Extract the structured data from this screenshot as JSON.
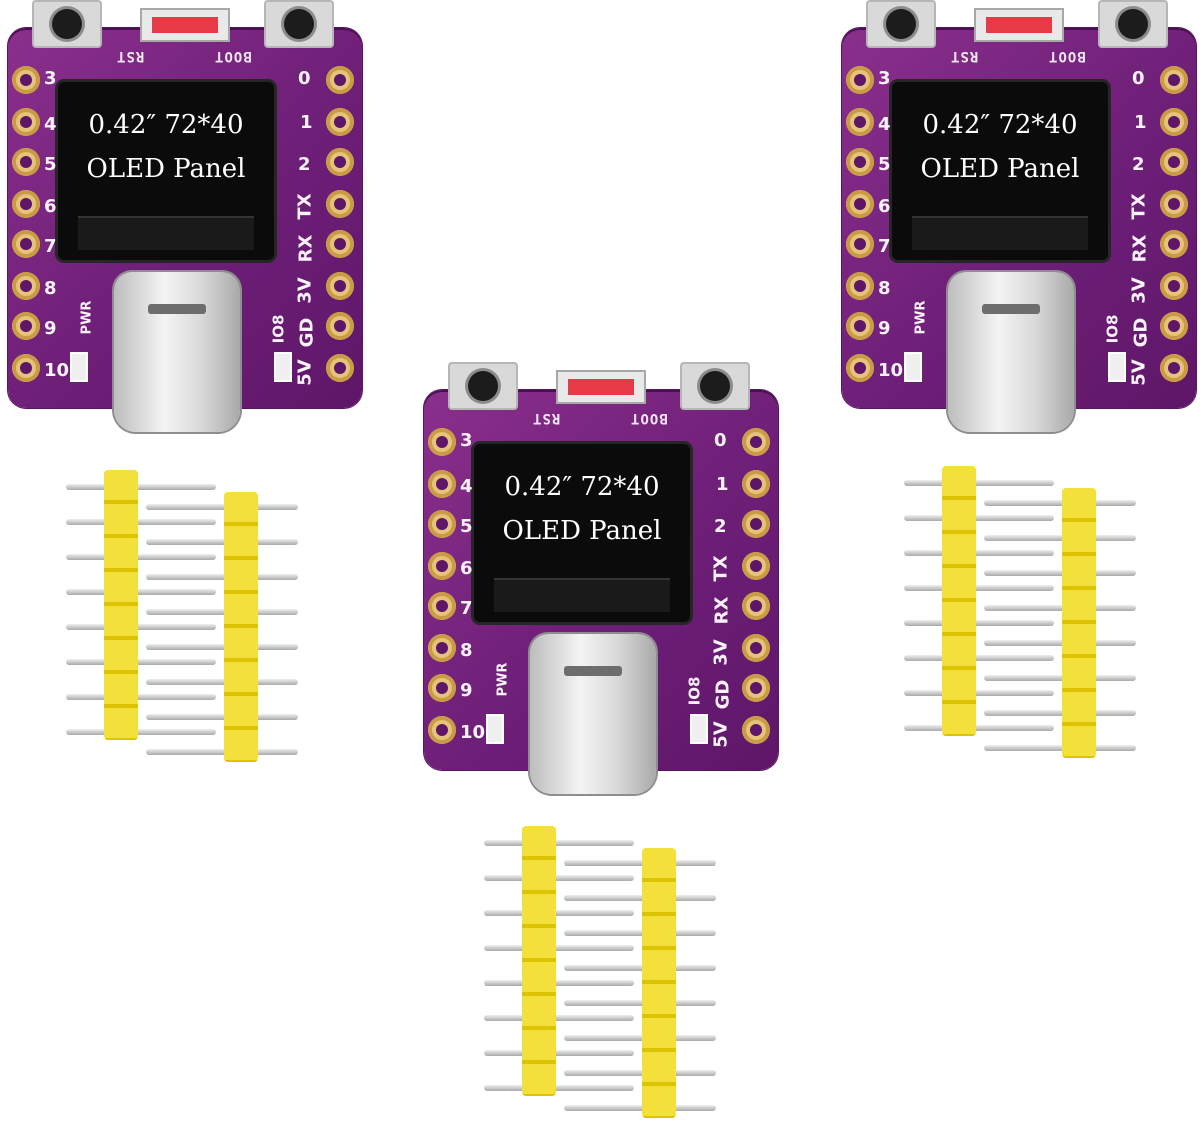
{
  "product": {
    "panel_line1": "0.42″ 72*40",
    "panel_line2": "OLED Panel",
    "left_pins": [
      "3",
      "4",
      "5",
      "6",
      "7",
      "8",
      "9",
      "10"
    ],
    "right_labels": [
      "0",
      "1",
      "2",
      "TX",
      "RX",
      "3V",
      "GD",
      "5V"
    ],
    "rst_label": "RST",
    "boot_label": "BOOT",
    "pwr_label": "PWR",
    "io8_label": "IO8",
    "board_color": "#7a2a84",
    "header_color": "#f4e03a"
  }
}
